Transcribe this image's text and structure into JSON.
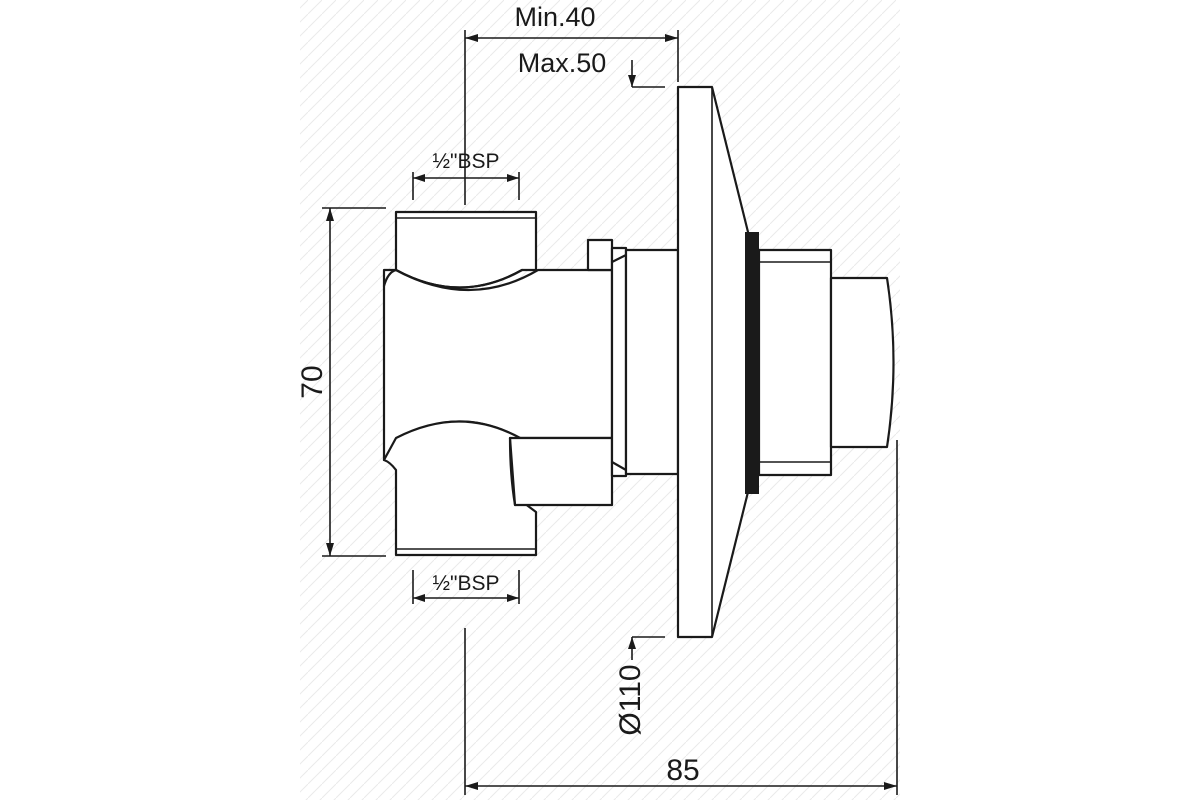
{
  "drawing": {
    "title": "",
    "dimensions": {
      "top_min": "Min.40",
      "top_max": "Max.50",
      "bsp_top": "½\"BSP",
      "bsp_bottom": "½\"BSP",
      "height": "70",
      "diameter": "Ø110",
      "depth": "85"
    }
  },
  "colors": {
    "ink": "#1a1a1a",
    "background": "#ffffff"
  }
}
